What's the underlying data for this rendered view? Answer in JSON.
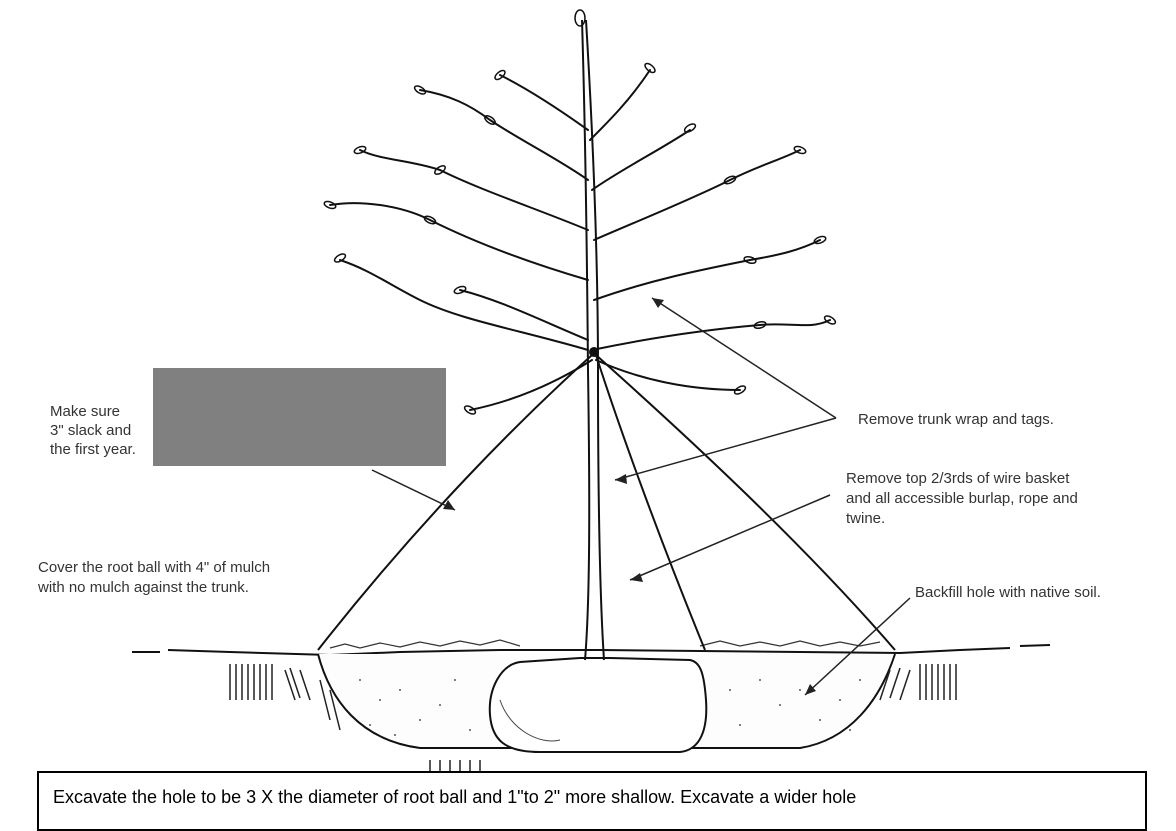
{
  "labels": {
    "stake_line1": "Make sure",
    "stake_line2": "3\" slack and",
    "stake_line3": "the first year.",
    "trunk_wrap": "Remove trunk wrap and tags.",
    "wire_basket_line1": "Remove top 2/3rds of wire basket",
    "wire_basket_line2": "and all accessible burlap, rope and",
    "wire_basket_line3": "twine.",
    "mulch_line1": "Cover the root ball with 4\" of mulch",
    "mulch_line2": "with no mulch against the trunk.",
    "backfill": "Backfill hole with native soil."
  },
  "caption": "Excavate the hole to be 3 X the diameter of root ball and 1\"to 2\" more shallow. Excavate a wider hole",
  "redaction_color": "#808080"
}
